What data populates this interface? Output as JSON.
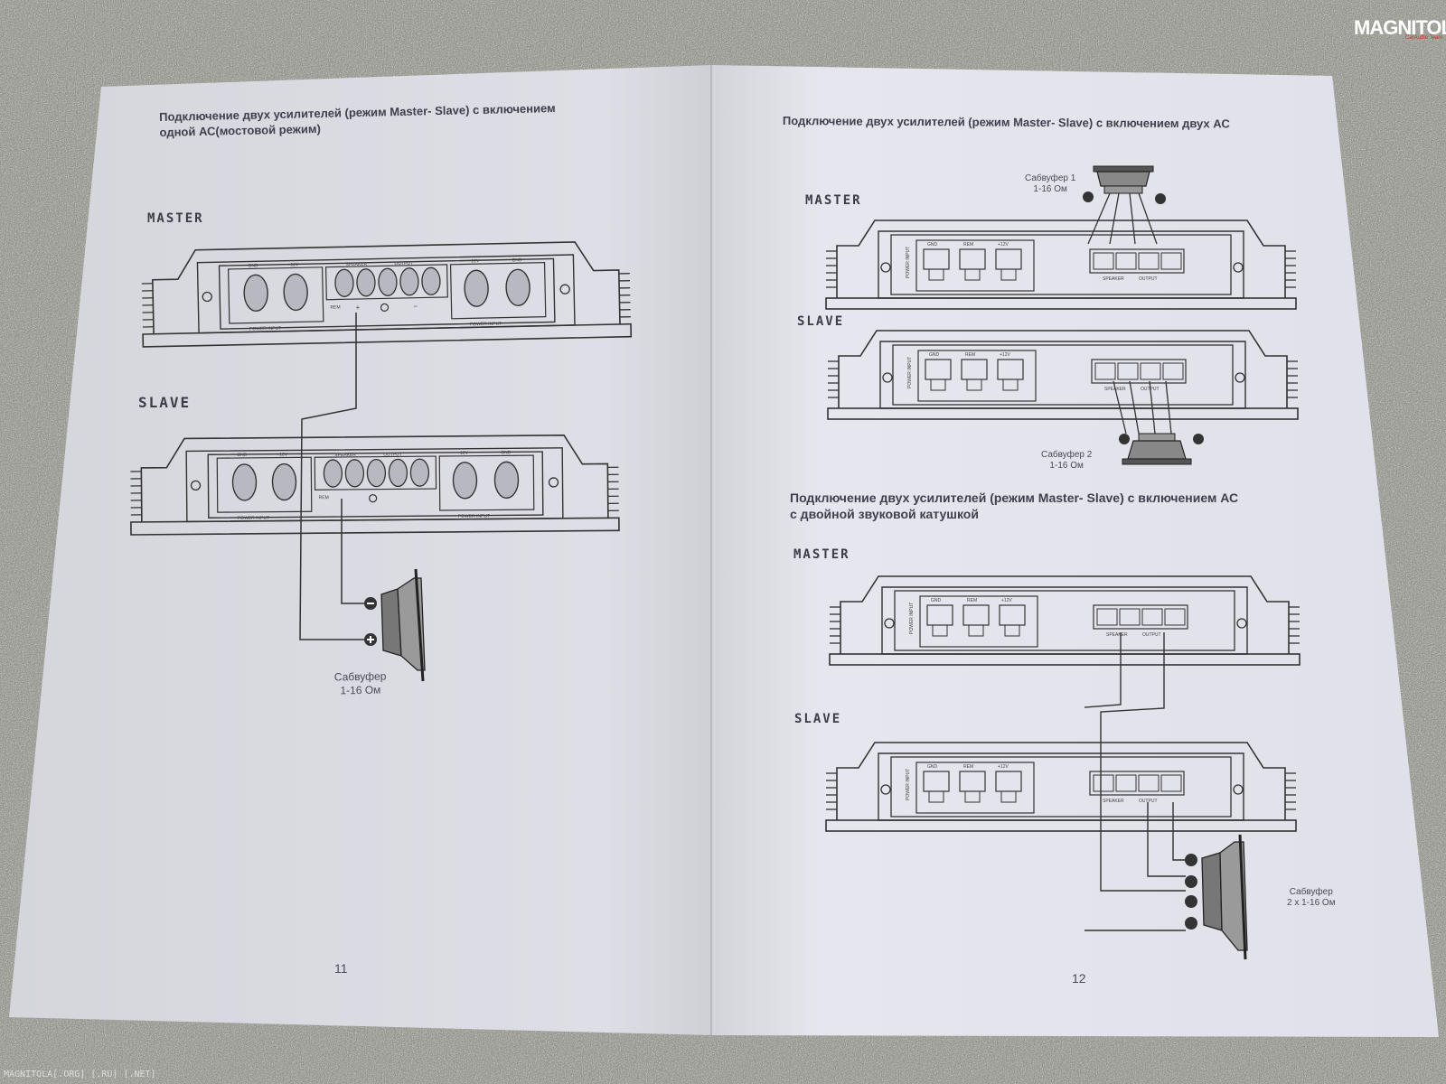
{
  "brand": {
    "logo": "MAGNITOLA",
    "logo_sub": "CarAudio Team"
  },
  "footer_text": "MAGNITOLA[.ORG] [.RU] [.NET]",
  "amp_text": {
    "gnd": "GND",
    "rem": "REM",
    "v12": "+12V",
    "speaker": "SPEAKER",
    "output": "OUTPUT",
    "power_input": "POWER INPUT",
    "plus": "+",
    "minus": "−"
  },
  "left_page": {
    "heading_line1": "Подключение двух усилителей (режим Master- Slave) с включением",
    "heading_line2": "одной АС(мостовой режим)",
    "master_label": "MASTER",
    "slave_label": "SLAVE",
    "sub_caption_line1": "Сабвуфер",
    "sub_caption_line2": "1-16 Ом",
    "page_number": "11"
  },
  "right_page": {
    "heading_top": "Подключение двух усилителей (режим Master- Slave) с включением двух АС",
    "master_label_top": "MASTER",
    "slave_label_top": "SLAVE",
    "sub1_caption_line1": "Сабвуфер 1",
    "sub1_caption_line2": "1-16 Ом",
    "sub2_caption_line1": "Сабвуфер 2",
    "sub2_caption_line2": "1-16 Ом",
    "heading_bottom_line1": "Подключение   двух усилителей (режим  Master- Slave) с включением АС",
    "heading_bottom_line2": "с двойной звуковой катушкой",
    "master_label_bottom": "MASTER",
    "slave_label_bottom": "SLAVE",
    "sub3_caption_line1": "Сабвуфер",
    "sub3_caption_line2": "2 x 1-16 Ом",
    "page_number": "12"
  }
}
